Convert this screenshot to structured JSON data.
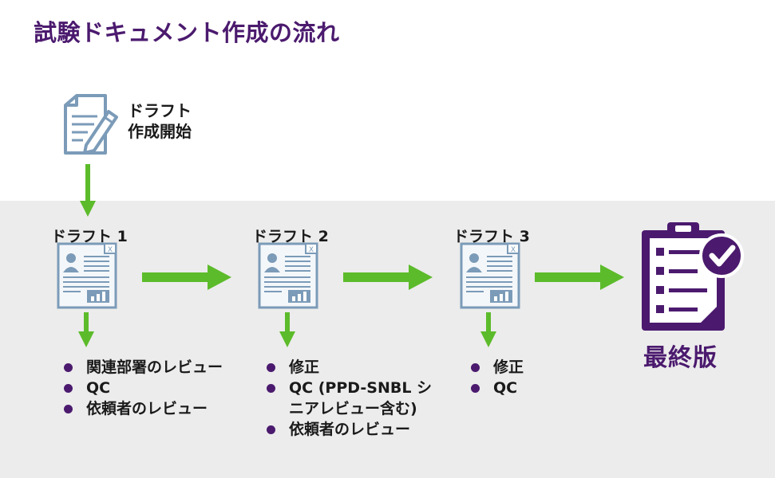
{
  "title": "試験ドキュメント作成の流れ",
  "start": {
    "label_line1": "ドラフト",
    "label_line2": "作成開始",
    "icon": "document-pencil-icon"
  },
  "drafts": [
    {
      "title": "ドラフト 1",
      "bullets": [
        "関連部署のレビュー",
        "QC",
        "依頼者のレビュー"
      ]
    },
    {
      "title": "ドラフト 2",
      "bullets": [
        "修正",
        "QC (PPD-SNBL シニアレビュー含む)",
        "依頼者のレビュー"
      ]
    },
    {
      "title": "ドラフト 3",
      "bullets": [
        "修正",
        "QC"
      ]
    }
  ],
  "final": {
    "label": "最終版",
    "icon": "clipboard-check-icon"
  },
  "colors": {
    "accent": "#4b1a6e",
    "arrow": "#5cbb2a",
    "doc": "#7b9bb8",
    "band": "#ececec"
  }
}
